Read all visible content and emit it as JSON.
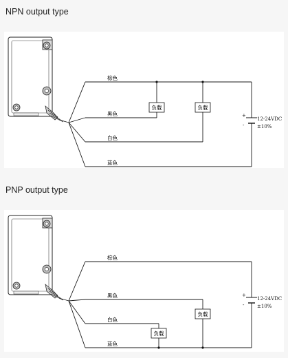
{
  "sections": [
    {
      "title": "NPN output type",
      "wires": {
        "brown": "棕色",
        "black": "黑色",
        "white": "白色",
        "blue": "蓝色"
      },
      "load_label": "负载",
      "ps": {
        "plus": "+",
        "minus": "-",
        "voltage": "12-24VDC",
        "tolerance": "±10%"
      }
    },
    {
      "title": "PNP output type",
      "wires": {
        "brown": "棕色",
        "black": "黑色",
        "white": "白色",
        "blue": "蓝色"
      },
      "load_label": "负载",
      "ps": {
        "plus": "+",
        "minus": "-",
        "voltage": "12-24VDC",
        "tolerance": "±10%"
      }
    }
  ]
}
